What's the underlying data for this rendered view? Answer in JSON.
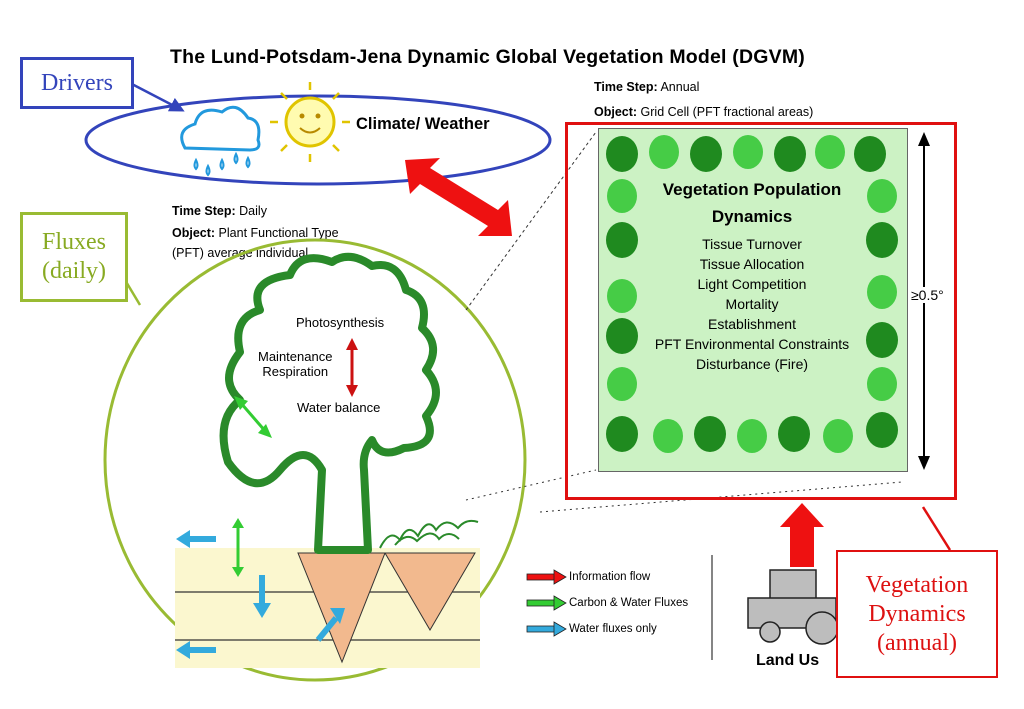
{
  "title": "The Lund-Potsdam-Jena Dynamic Global Vegetation Model (DGVM)",
  "annual_info": {
    "time_step_label": "Time Step:",
    "time_step_value": "Annual",
    "object_label": "Object:",
    "object_value": "Grid Cell (PFT fractional areas)"
  },
  "daily_info": {
    "time_step_label": "Time Step:",
    "time_step_value": "Daily",
    "object_label": "Object:",
    "object_value_line1": "Plant Functional Type",
    "object_value_line2": "(PFT) average individual"
  },
  "callouts": {
    "drivers": "Drivers",
    "fluxes_line1": "Fluxes",
    "fluxes_line2": "(daily)",
    "veg_line1": "Vegetation",
    "veg_line2": "Dynamics",
    "veg_line3": "(annual)"
  },
  "climate_label": "Climate/ Weather",
  "vegetation_panel": {
    "title_line1": "Vegetation Population",
    "title_line2": "Dynamics",
    "items": [
      "Tissue Turnover",
      "Tissue Allocation",
      "Light Competition",
      "Mortality",
      "Establishment",
      "PFT Environmental Constraints",
      "Disturbance (Fire)"
    ],
    "scale_label": "≥0.5°"
  },
  "tree_labels": {
    "photosynthesis": "Photosynthesis",
    "maintenance_line1": "Maintenance",
    "maintenance_line2": "Respiration",
    "water_balance": "Water balance"
  },
  "legend": {
    "information_flow": "Information flow",
    "carbon_water": "Carbon & Water Fluxes",
    "water_only": "Water fluxes only"
  },
  "land_use_label": "Land Us",
  "colors": {
    "drivers_blue": "#3344bb",
    "fluxes_green": "#99bb33",
    "veg_red": "#e01010",
    "tree_green": "#2a8a2a",
    "panel_green": "#ccf2c4",
    "soil": "#fbf7cf",
    "roots": "#f2b98e",
    "water_arrow": "#33aadd",
    "carbon_arrow": "#33cc33"
  }
}
